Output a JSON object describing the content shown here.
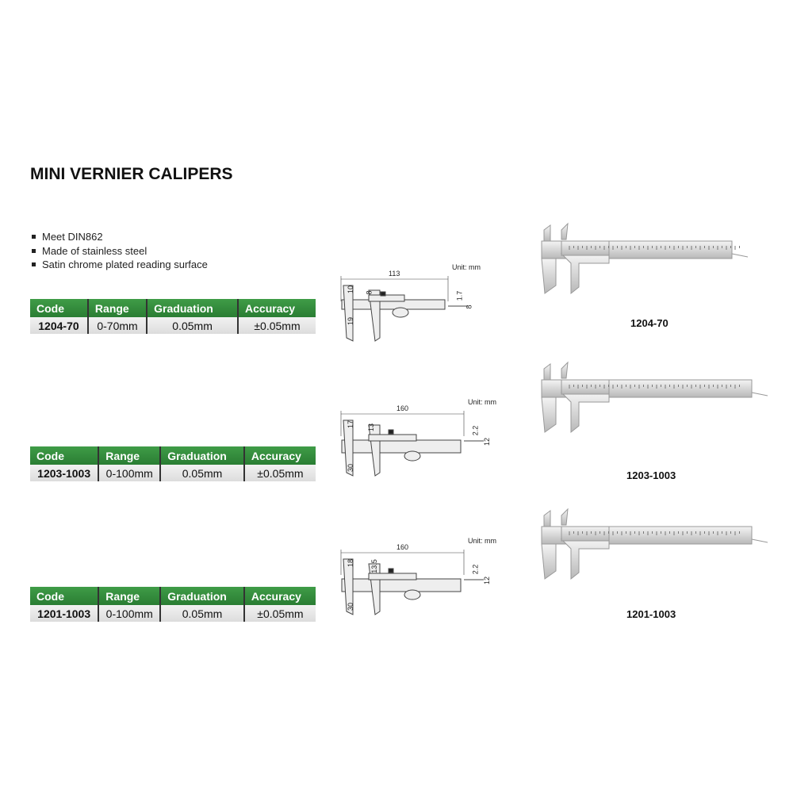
{
  "title": "MINI VERNIER CALIPERS",
  "features": [
    "Meet DIN862",
    "Made of stainless steel",
    "Satin chrome plated reading surface"
  ],
  "table_headers": [
    "Code",
    "Range",
    "Graduation",
    "Accuracy"
  ],
  "products": [
    {
      "code": "1204-70",
      "range": "0-70mm",
      "graduation": "0.05mm",
      "accuracy": "±0.05mm",
      "unit": "Unit: mm",
      "dims": {
        "length": "113",
        "a": "10",
        "b": "8",
        "c": "19",
        "d": "1.7",
        "e": "8"
      }
    },
    {
      "code": "1203-1003",
      "range": "0-100mm",
      "graduation": "0.05mm",
      "accuracy": "±0.05mm",
      "unit": "Unit: mm",
      "dims": {
        "length": "160",
        "a": "17",
        "b": "13",
        "c": "30",
        "d": "2.2",
        "e": "12"
      }
    },
    {
      "code": "1201-1003",
      "range": "0-100mm",
      "graduation": "0.05mm",
      "accuracy": "±0.05mm",
      "unit": "Unit: mm",
      "dims": {
        "length": "160",
        "a": "18",
        "b": "13.5",
        "c": "30",
        "d": "2.2",
        "e": "12"
      }
    }
  ]
}
